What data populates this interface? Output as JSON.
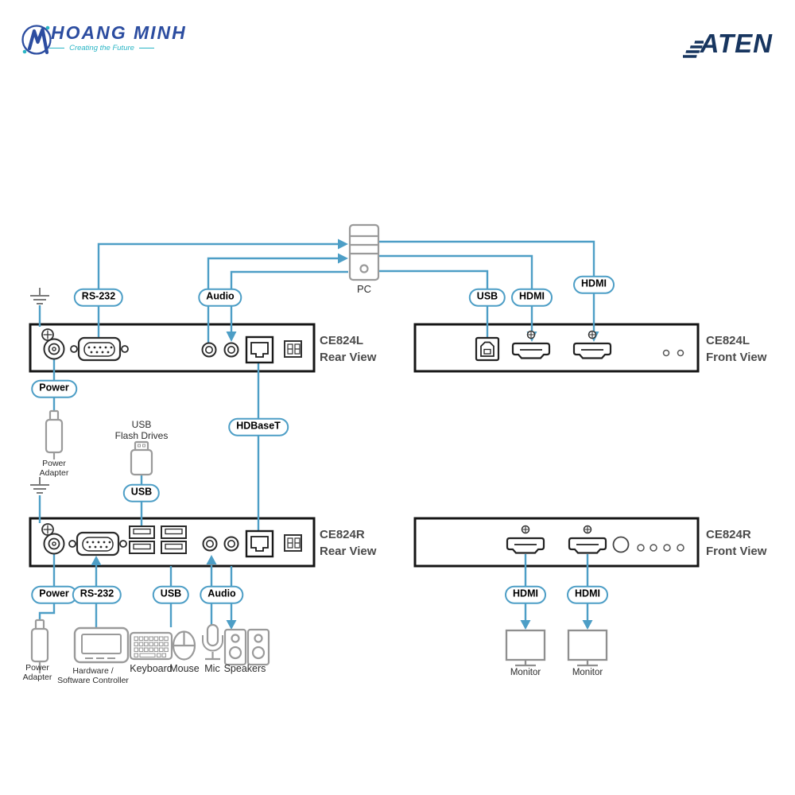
{
  "header": {
    "company": "HOANG MINH",
    "tagline": "Creating the Future",
    "brand": "ATEN"
  },
  "devices": {
    "l_rear": {
      "model": "CE824L",
      "view": "Rear View"
    },
    "l_front": {
      "model": "CE824L",
      "view": "Front View"
    },
    "r_rear": {
      "model": "CE824R",
      "view": "Rear View"
    },
    "r_front": {
      "model": "CE824R",
      "view": "Front View"
    }
  },
  "pills": {
    "rs232_top": "RS-232",
    "audio_top": "Audio",
    "usb_front": "USB",
    "hdmi_front_1": "HDMI",
    "hdmi_front_2": "HDMI",
    "power_top": "Power",
    "hdbaset": "HDBaseT",
    "usb_mid": "USB",
    "power_bottom": "Power",
    "rs232_bottom": "RS-232",
    "usb_bottom": "USB",
    "audio_bottom": "Audio",
    "hdmi_mon_1": "HDMI",
    "hdmi_mon_2": "HDMI"
  },
  "captions": {
    "pc": "PC",
    "usb_flash_line1": "USB",
    "usb_flash_line2": "Flash Drives",
    "power_adapter_1_line1": "Power",
    "power_adapter_1_line2": "Adapter",
    "power_adapter_2_line1": "Power",
    "power_adapter_2_line2": "Adapter",
    "controller_line1": "Hardware /",
    "controller_line2": "Software Controller",
    "keyboard": "Keyboard",
    "mouse": "Mouse",
    "mic": "Mic",
    "speakers": "Speakers",
    "monitor_1": "Monitor",
    "monitor_2": "Monitor"
  },
  "icons": [
    "pc-tower-icon",
    "ground-symbol-icon",
    "ground-screw-icon",
    "power-jack-icon",
    "db9-serial-port-icon",
    "audio-jack-icon",
    "rj45-port-icon",
    "dip-switch-icon",
    "usb-a-port-icon",
    "usb-b-port-icon",
    "hdmi-port-icon",
    "screw-icon",
    "led-icon",
    "push-button-icon",
    "power-adapter-icon",
    "usb-flash-drive-icon",
    "controller-icon",
    "keyboard-icon",
    "mouse-icon",
    "mic-icon",
    "speaker-icon",
    "monitor-icon",
    "arrow-icon"
  ],
  "colors": {
    "line_blue": "#4D9EC6",
    "panel_border": "#151515",
    "device_label": "#4A4A4A",
    "icon_gray": "#9A9A9A",
    "port_dark": "#2B2B2B",
    "logo_blue": "#2C4DA0",
    "logo_teal": "#2AB5C5",
    "brand_navy": "#17355F"
  }
}
